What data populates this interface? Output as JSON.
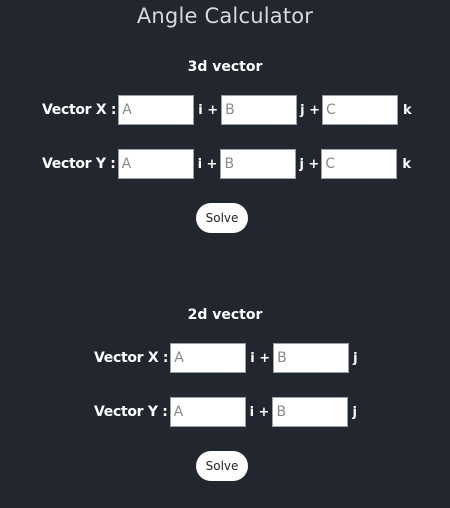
{
  "app": {
    "title": "Angle Calculator"
  },
  "vector3d": {
    "heading": "3d vector",
    "rows": [
      {
        "label": "Vector X :",
        "a_placeholder": "A",
        "b_placeholder": "B",
        "c_placeholder": "C",
        "i_unit": "i +",
        "j_unit": "j +",
        "k_unit": "k"
      },
      {
        "label": "Vector Y :",
        "a_placeholder": "A",
        "b_placeholder": "B",
        "c_placeholder": "C",
        "i_unit": "i +",
        "j_unit": "j +",
        "k_unit": "k"
      }
    ],
    "solve_label": "Solve"
  },
  "vector2d": {
    "heading": "2d vector",
    "rows": [
      {
        "label": "Vector X :",
        "a_placeholder": "A",
        "b_placeholder": "B",
        "i_unit": "i +",
        "j_unit": "j"
      },
      {
        "label": "Vector Y :",
        "a_placeholder": "A",
        "b_placeholder": "B",
        "i_unit": "i +",
        "j_unit": "j"
      }
    ],
    "solve_label": "Solve"
  }
}
